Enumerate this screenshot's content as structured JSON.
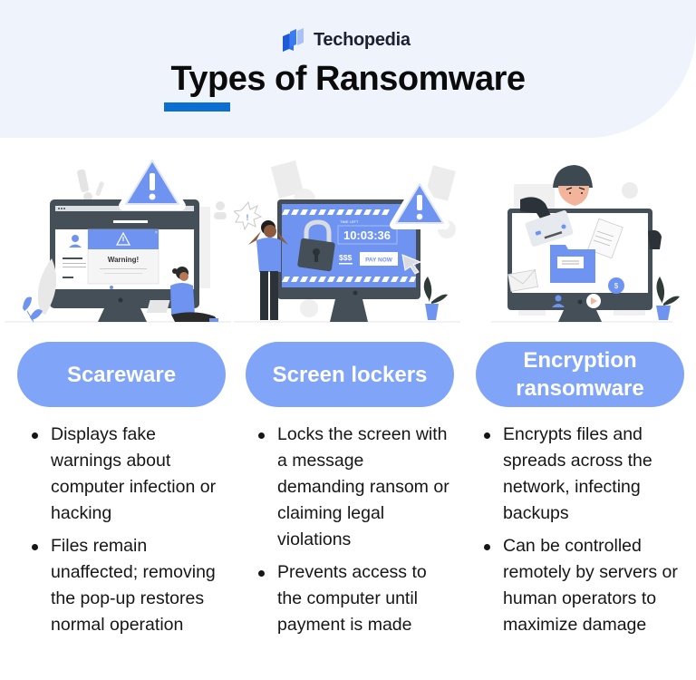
{
  "header": {
    "brand_name": "Techopedia",
    "title": "Types of Ransomware",
    "accent_color": "#0a6fd0",
    "background_color": "#eef3fc"
  },
  "types": [
    {
      "label": "Scareware",
      "illustration": {
        "icon": "warning-popup-monitor",
        "popup_text": "Warning!"
      },
      "bullets": [
        "Displays fake warnings about computer infection or hacking",
        "Files remain unaffected; removing the pop-up restores normal operation"
      ]
    },
    {
      "label": "Screen lockers",
      "illustration": {
        "icon": "locked-screen-monitor",
        "time_left_label": "TIME LEFT",
        "timer": "10:03:36",
        "money_label": "$$$",
        "pay_button": "PAY NOW"
      },
      "bullets": [
        "Locks the screen with a message demanding ransom or claiming legal violations",
        "Prevents access to the computer until payment is made"
      ]
    },
    {
      "label": "Encryption ransomware",
      "illustration": {
        "icon": "hacker-stealing-files-monitor"
      },
      "bullets": [
        "Encrypts files and spreads across the network, infecting backups",
        "Can be controlled remotely by servers or human operators to maximize damage"
      ]
    }
  ],
  "colors": {
    "pill": "#80a4f8",
    "monitor_dark": "#454f57",
    "illustration_blue": "#6f93f0",
    "text": "#161616"
  }
}
